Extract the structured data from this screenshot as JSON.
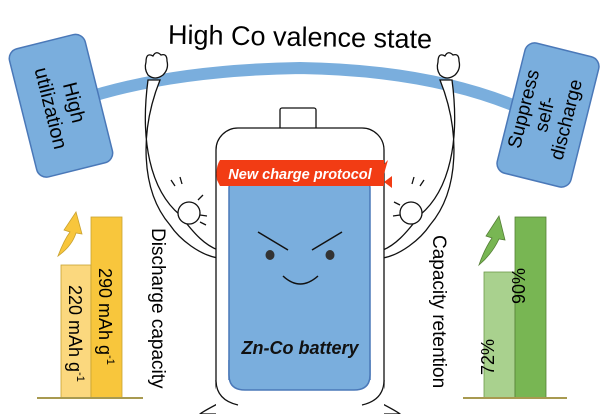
{
  "title": "High Co valence state",
  "left_weight": {
    "line1": "High",
    "line2": "utilization"
  },
  "right_weight": {
    "line1": "Suppress",
    "line2": "self-",
    "line3": "discharge"
  },
  "headband": "New charge protocol",
  "battery_label": "Zn-Co battery",
  "left_chart": {
    "axis_label": "Discharge capacity",
    "bars": [
      {
        "value": 220,
        "label": "220 mAh g",
        "sup": "-1"
      },
      {
        "value": 290,
        "label": "290 mAh g",
        "sup": "-1"
      }
    ]
  },
  "right_chart": {
    "axis_label": "Capacity retention",
    "bars": [
      {
        "value": 72,
        "label": "72%"
      },
      {
        "value": 90,
        "label": "90%"
      }
    ]
  },
  "colors": {
    "blue": "#7aaedd",
    "blue_stroke": "#4a78b8",
    "red": "#f23c14",
    "yellow_light": "#fbd87e",
    "yellow": "#f8c63c",
    "green_light": "#a9d18e",
    "green": "#78b653"
  }
}
